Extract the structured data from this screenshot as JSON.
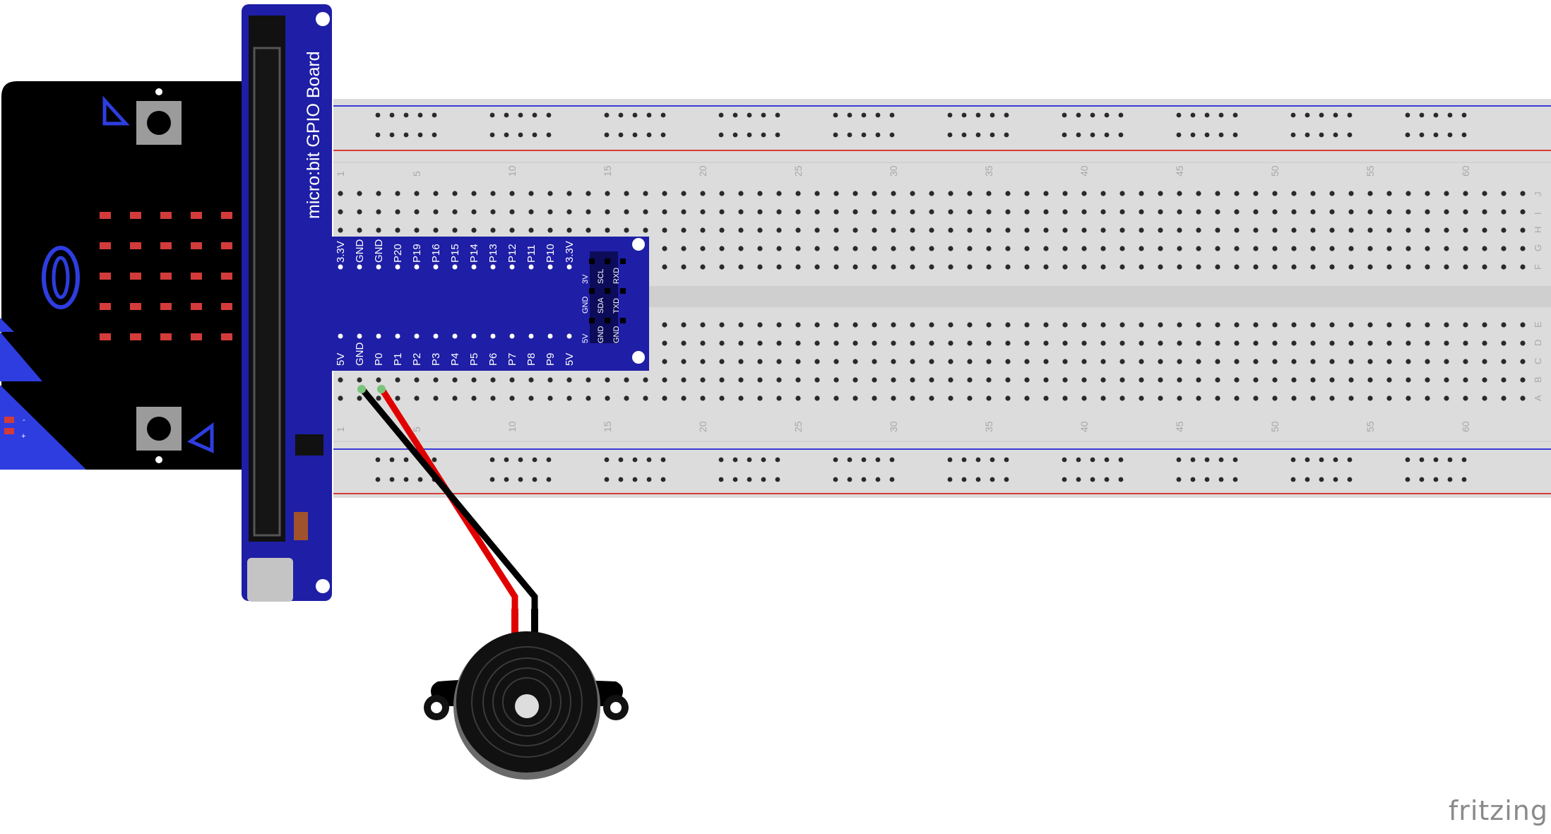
{
  "board_label": "micro:bit GPIO Board",
  "watermark": "fritzing",
  "header_top_pins": [
    "3.3V",
    "GND",
    "GND",
    "P20",
    "P19",
    "P16",
    "P15",
    "P14",
    "P13",
    "P12",
    "P11",
    "P10",
    "3.3V"
  ],
  "header_bottom_pins": [
    "5V",
    "GND",
    "P0",
    "P1",
    "P2",
    "P3",
    "P4",
    "P5",
    "P6",
    "P7",
    "P8",
    "P9",
    "5V"
  ],
  "header_side_rows": [
    [
      "3V",
      "GND",
      "5V"
    ],
    [
      "SCL",
      "SDA",
      "GND"
    ],
    [
      "RXD",
      "TXD",
      "GND"
    ]
  ],
  "breadboard": {
    "column_numbers": [
      "1",
      "5",
      "10",
      "15",
      "20",
      "25",
      "30",
      "35",
      "40",
      "45",
      "50",
      "55",
      "60"
    ],
    "upper_row_letters": [
      "J",
      "I",
      "H",
      "G",
      "F"
    ],
    "lower_row_letters": [
      "E",
      "D",
      "C",
      "B",
      "A"
    ]
  },
  "rail_signs": [
    "-",
    "+"
  ],
  "colors": {
    "board_blue": "#1e1ea6",
    "microbit_black": "#000000",
    "breadboard_grey": "#dcdcdc",
    "wire_red": "#e00000",
    "wire_black": "#000000",
    "led_red": "#d33b3b",
    "buzzer_black": "#111111"
  },
  "icons": [
    "button-a-icon",
    "button-b-icon",
    "logo-icon",
    "buzzer-icon"
  ]
}
